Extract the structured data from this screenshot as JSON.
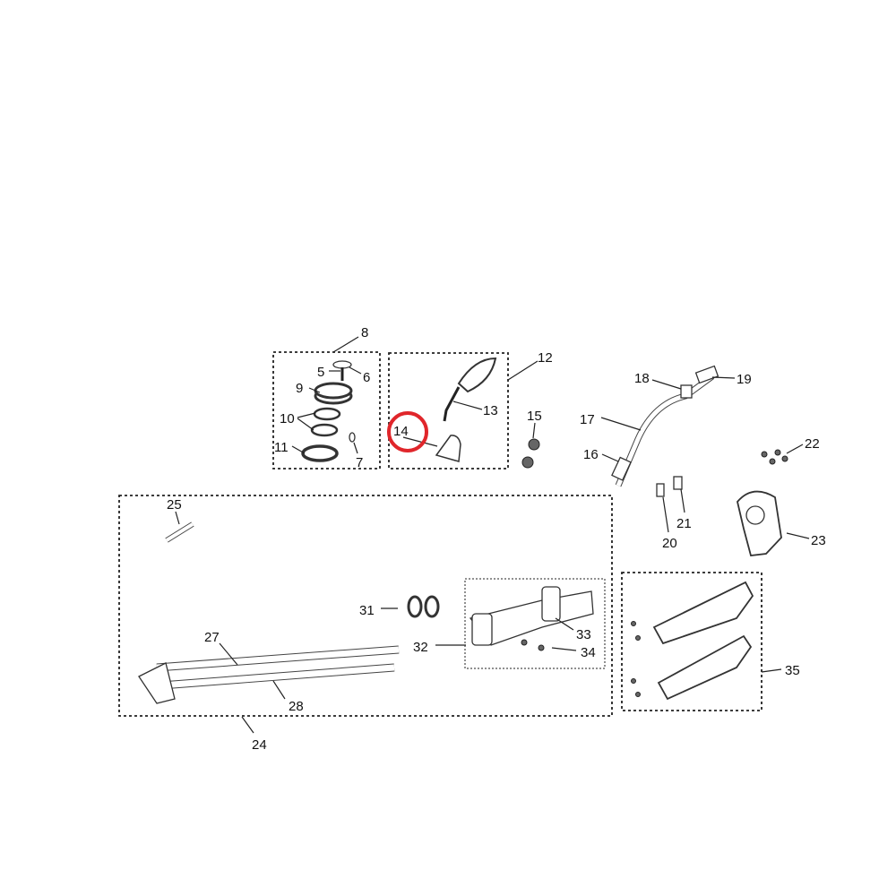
{
  "diagram": {
    "highlight_color": "#e0262b",
    "highlighted_part": "14",
    "labels": {
      "p5": "5",
      "p6": "6",
      "p7": "7",
      "p8": "8",
      "p9": "9",
      "p10": "10",
      "p11": "11",
      "p12": "12",
      "p13": "13",
      "p14": "14",
      "p15": "15",
      "p16": "16",
      "p17": "17",
      "p18": "18",
      "p19": "19",
      "p20": "20",
      "p21": "21",
      "p22": "22",
      "p23": "23",
      "p24": "24",
      "p25": "25",
      "p27": "27",
      "p28": "28",
      "p31": "31",
      "p32": "32",
      "p33": "33",
      "p34": "34",
      "p35": "35"
    }
  }
}
